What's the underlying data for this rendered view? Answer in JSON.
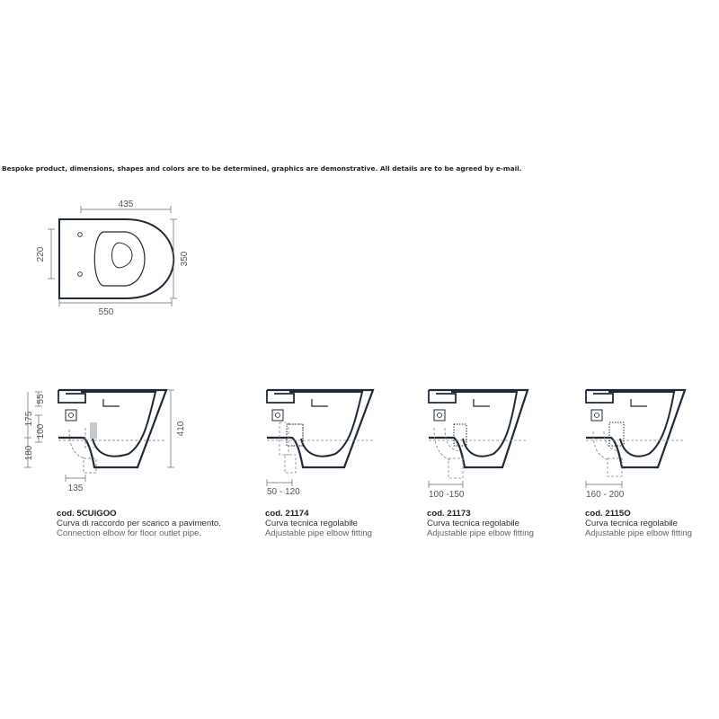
{
  "disclaimer": "Bespoke product, dimensions, shapes and colors are to be determined, graphics are demonstrative. All details are to be agreed by e-mail.",
  "top_view": {
    "width_top": "435",
    "depth_left": "220",
    "depth_right": "350",
    "length_bottom": "550"
  },
  "side_views": [
    {
      "dims": {
        "d55": "55",
        "d175": "175",
        "d100": "100",
        "d180": "180",
        "d410": "410",
        "pipe": "135"
      },
      "code": "cod. 5CUIGOO",
      "it": "Curva di raccordo per scarico a pavimento.",
      "en": "Connection elbow for floor outlet pipe."
    },
    {
      "dims": {
        "pipe": "50 - 120"
      },
      "code": "cod. 21174",
      "it": "Curva tecnica regolabile",
      "en": "Adjustable pipe elbow fitting"
    },
    {
      "dims": {
        "pipe": "100 -150"
      },
      "code": "cod. 21173",
      "it": "Curva tecnica regolabile",
      "en": "Adjustable pipe elbow fitting"
    },
    {
      "dims": {
        "pipe": "160 - 200"
      },
      "code": "cod. 2115O",
      "it": "Curva tecnica regolabile",
      "en": "Adjustable pipe elbow fitting"
    }
  ],
  "colors": {
    "line": "#1f2a36",
    "dimension": "#555555"
  }
}
